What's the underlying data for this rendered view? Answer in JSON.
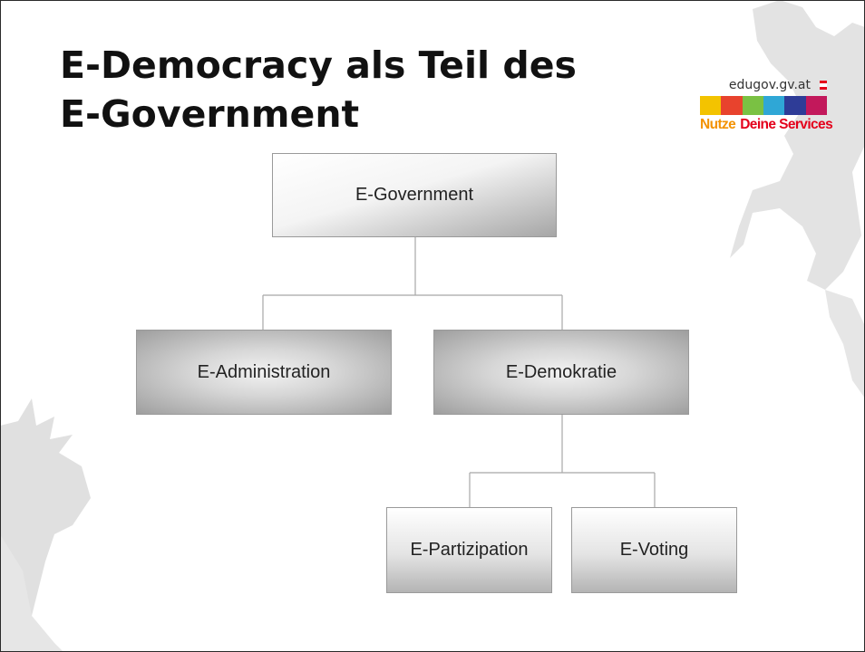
{
  "slide": {
    "title_lines": [
      "E-Democracy als Teil des",
      "E-Government"
    ]
  },
  "logo": {
    "url": "edugov.gv.at",
    "slogan_part1": "Nutze",
    "slogan_part2": "Deine Services",
    "bar_colors": [
      "#f3c300",
      "#e8432d",
      "#7ac143",
      "#2fa7d6",
      "#2e3c97",
      "#c2185b"
    ],
    "flag_colors": [
      "#e4001b",
      "#ffffff",
      "#e4001b"
    ],
    "slogan_color_1": "#f39200",
    "slogan_color_2": "#e4001b"
  },
  "diagram": {
    "root": "E-Government",
    "level1": [
      "E-Administration",
      "E-Demokratie"
    ],
    "level2": [
      "E-Partizipation",
      "E-Voting"
    ]
  },
  "colors": {
    "connector": "#a8a8a8",
    "silhouette": "#e2e2e2"
  }
}
